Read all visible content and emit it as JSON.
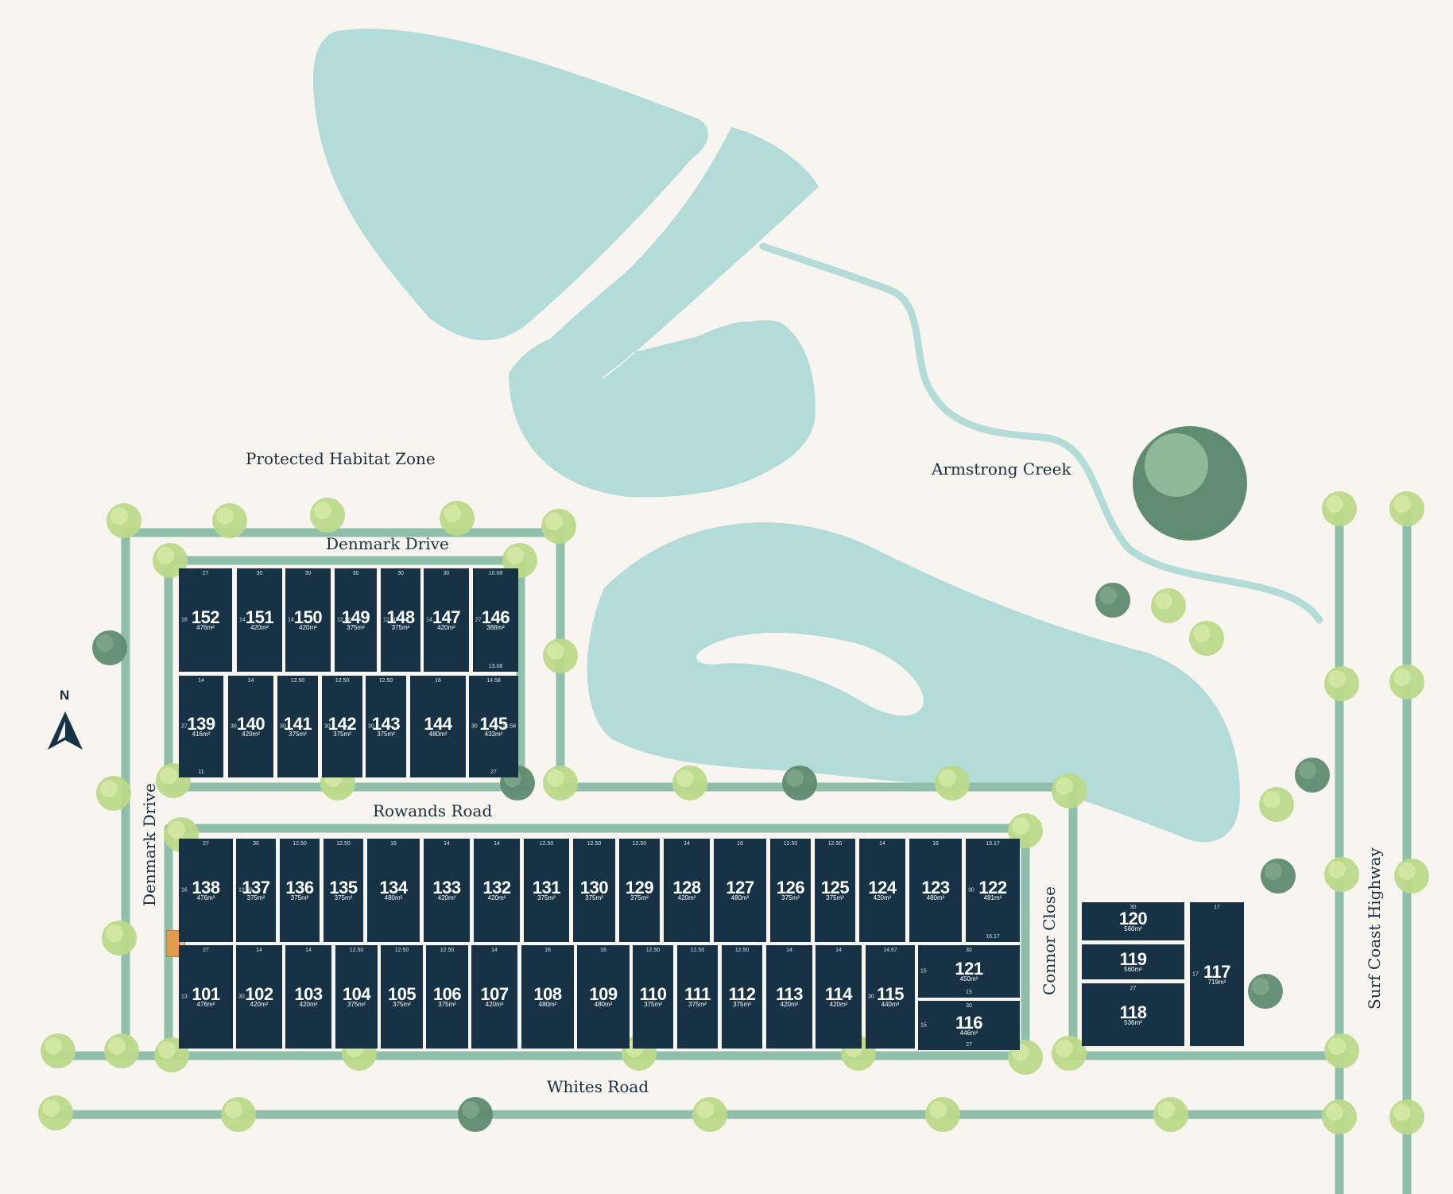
{
  "labels": {
    "protected_habitat": "Protected Habitat Zone",
    "creek": "Armstrong Creek",
    "compass_n": "N"
  },
  "roads": {
    "denmark_drive_top": "Denmark Drive",
    "denmark_drive_side": "Denmark Drive",
    "rowands_road": "Rowands Road",
    "whites_road": "Whites Road",
    "connor_close": "Connor Close",
    "surf_coast_highway": "Surf Coast Highway"
  },
  "reserve_label": "Reserve",
  "colors": {
    "background": "#f8f5f1",
    "water": "#b3dcd9",
    "road": "#8fbfab",
    "lot": "#163244",
    "tree_light": "#bcd98a",
    "tree_dark": "#5f8b70",
    "reserve": "#e39a52"
  },
  "lots": [
    {
      "id": "152",
      "area": "476m²",
      "dims": [
        "27",
        "16"
      ]
    },
    {
      "id": "151",
      "area": "420m²",
      "dims": [
        "30",
        "14"
      ]
    },
    {
      "id": "150",
      "area": "420m²",
      "dims": [
        "30",
        "14"
      ]
    },
    {
      "id": "149",
      "area": "375m²",
      "dims": [
        "30",
        "12.50"
      ]
    },
    {
      "id": "148",
      "area": "375m²",
      "dims": [
        "30",
        "12.50"
      ]
    },
    {
      "id": "147",
      "area": "420m²",
      "dims": [
        "30",
        "14"
      ]
    },
    {
      "id": "146",
      "area": "388m²",
      "dims": [
        "10.08",
        "27",
        "13.08"
      ]
    },
    {
      "id": "139",
      "area": "416m²",
      "dims": [
        "14",
        "27",
        "11"
      ]
    },
    {
      "id": "140",
      "area": "420m²",
      "dims": [
        "14",
        "30"
      ]
    },
    {
      "id": "141",
      "area": "375m²",
      "dims": [
        "12.50",
        "30"
      ]
    },
    {
      "id": "142",
      "area": "375m²",
      "dims": [
        "12.50",
        "30"
      ]
    },
    {
      "id": "143",
      "area": "375m²",
      "dims": [
        "12.50",
        "30"
      ]
    },
    {
      "id": "144",
      "area": "480m²",
      "dims": [
        "16"
      ]
    },
    {
      "id": "145",
      "area": "433m²",
      "dims": [
        "14.58",
        "30",
        "27",
        "11.58"
      ]
    },
    {
      "id": "138",
      "area": "476m²",
      "dims": [
        "27",
        "16"
      ]
    },
    {
      "id": "137",
      "area": "375m²",
      "dims": [
        "30",
        "12.50"
      ]
    },
    {
      "id": "136",
      "area": "375m²",
      "dims": [
        "12.50"
      ]
    },
    {
      "id": "135",
      "area": "375m²",
      "dims": [
        "12.50"
      ]
    },
    {
      "id": "134",
      "area": "480m²",
      "dims": [
        "16"
      ]
    },
    {
      "id": "133",
      "area": "420m²",
      "dims": [
        "14"
      ]
    },
    {
      "id": "132",
      "area": "420m²",
      "dims": [
        "14"
      ]
    },
    {
      "id": "131",
      "area": "375m²",
      "dims": [
        "12.50"
      ]
    },
    {
      "id": "130",
      "area": "375m²",
      "dims": [
        "12.50"
      ]
    },
    {
      "id": "129",
      "area": "375m²",
      "dims": [
        "12.50"
      ]
    },
    {
      "id": "128",
      "area": "420m²",
      "dims": [
        "14"
      ]
    },
    {
      "id": "127",
      "area": "480m²",
      "dims": [
        "16"
      ]
    },
    {
      "id": "126",
      "area": "375m²",
      "dims": [
        "12.50"
      ]
    },
    {
      "id": "125",
      "area": "375m²",
      "dims": [
        "12.50"
      ]
    },
    {
      "id": "124",
      "area": "420m²",
      "dims": [
        "14"
      ]
    },
    {
      "id": "123",
      "area": "480m²",
      "dims": [
        "16"
      ]
    },
    {
      "id": "122",
      "area": "481m²",
      "dims": [
        "13.17",
        "30",
        "16.17"
      ]
    },
    {
      "id": "101",
      "area": "476m²",
      "dims": [
        "27",
        "13"
      ]
    },
    {
      "id": "102",
      "area": "420m²",
      "dims": [
        "14",
        "30"
      ]
    },
    {
      "id": "103",
      "area": "420m²",
      "dims": [
        "14"
      ]
    },
    {
      "id": "104",
      "area": "375m²",
      "dims": [
        "12.50"
      ]
    },
    {
      "id": "105",
      "area": "375m²",
      "dims": [
        "12.50"
      ]
    },
    {
      "id": "106",
      "area": "375m²",
      "dims": [
        "12.50"
      ]
    },
    {
      "id": "107",
      "area": "420m²",
      "dims": [
        "14"
      ]
    },
    {
      "id": "108",
      "area": "480m²",
      "dims": [
        "16"
      ]
    },
    {
      "id": "109",
      "area": "480m²",
      "dims": [
        "16"
      ]
    },
    {
      "id": "110",
      "area": "375m²",
      "dims": [
        "12.50"
      ]
    },
    {
      "id": "111",
      "area": "375m²",
      "dims": [
        "12.50"
      ]
    },
    {
      "id": "112",
      "area": "375m²",
      "dims": [
        "12.50"
      ]
    },
    {
      "id": "113",
      "area": "420m²",
      "dims": [
        "14"
      ]
    },
    {
      "id": "114",
      "area": "420m²",
      "dims": [
        "14"
      ]
    },
    {
      "id": "115",
      "area": "440m²",
      "dims": [
        "14.67",
        "30"
      ]
    },
    {
      "id": "121",
      "area": "450m²",
      "dims": [
        "30",
        "15",
        "15"
      ]
    },
    {
      "id": "116",
      "area": "446m²",
      "dims": [
        "30",
        "15",
        "27"
      ]
    },
    {
      "id": "120",
      "area": "560m²",
      "dims": [
        "30"
      ]
    },
    {
      "id": "119",
      "area": "560m²",
      "dims": []
    },
    {
      "id": "118",
      "area": "536m²",
      "dims": [
        "27"
      ]
    },
    {
      "id": "117",
      "area": "719m²",
      "dims": [
        "17",
        "17"
      ]
    }
  ]
}
